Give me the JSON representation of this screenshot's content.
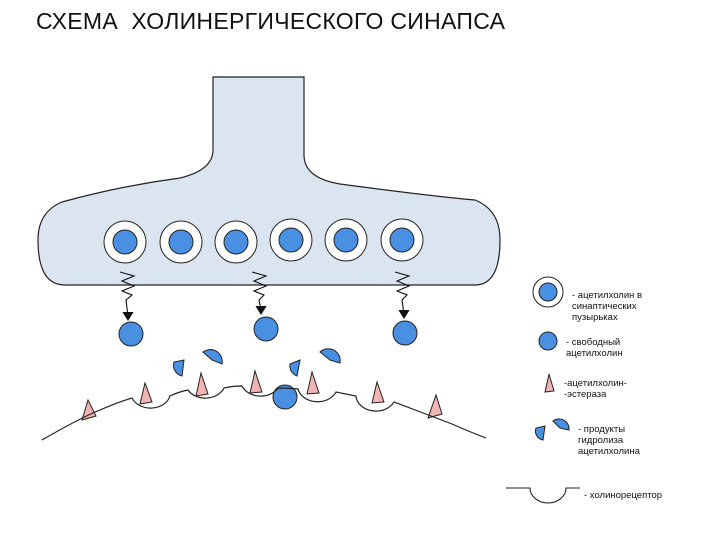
{
  "title": "СХЕМА  ХОЛИНЕРГИЧЕСКОГО СИНАПСА",
  "colors": {
    "terminal_fill": "#dbe5f1",
    "molecule": "#4a90e2",
    "esterase": "#f2b3b3",
    "outline": "#222222"
  },
  "legend": [
    {
      "label": "- ацетилхолин в\nсинаптических\nпузырьках",
      "icon": "vesicle-icon"
    },
    {
      "label": "- свободный\nацетилхолин",
      "icon": "free-acetylcholine-icon"
    },
    {
      "label": "-ацетилхолин-\n-эстераза",
      "icon": "esterase-icon"
    },
    {
      "label": "- продукты\nгидролиза\nацетилхолина",
      "icon": "hydrolysis-products-icon"
    },
    {
      "label": "- холинорецептор",
      "icon": "receptor-icon"
    }
  ]
}
